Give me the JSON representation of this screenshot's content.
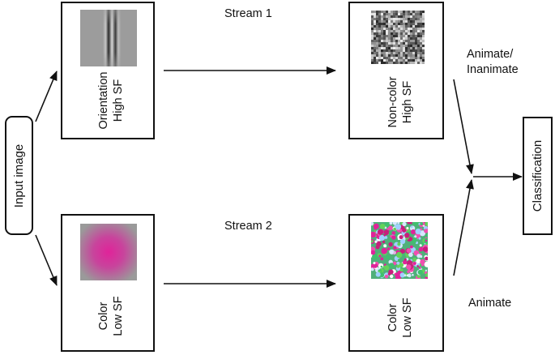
{
  "input": {
    "label": "Input image"
  },
  "stream1": {
    "label": "Stream 1",
    "left_box": {
      "line1": "Orientation",
      "line2": "High SF"
    },
    "right_box": {
      "line1": "Non-color",
      "line2": "High SF"
    },
    "output_label_line1": "Animate/",
    "output_label_line2": "Inanimate"
  },
  "stream2": {
    "label": "Stream 2",
    "left_box": {
      "line1": "Color",
      "line2": "Low SF"
    },
    "right_box": {
      "line1": "Color",
      "line2": "Low SF"
    },
    "output_label": "Animate"
  },
  "classification": {
    "label": "Classification"
  },
  "colors": {
    "line": "#111111",
    "magenta": "#e0239a",
    "gray": "#9a9a9a"
  }
}
